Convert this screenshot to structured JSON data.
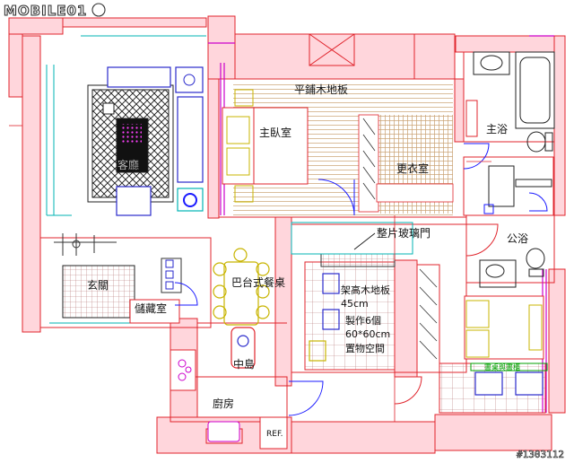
{
  "watermark": "MOBILE01",
  "image_id": "#1303112",
  "rooms": {
    "floor_type": "平鋪木地板",
    "master_bedroom": "主臥室",
    "closet": "更衣室",
    "master_bath": "主浴",
    "living_room": "客廳",
    "glass_door": "整片玻璃門",
    "public_bath": "公浴",
    "entry": "玄關",
    "storage": "儲藏室",
    "dining": "巴台式餐桌",
    "raised_floor_1": "架高木地板",
    "raised_floor_2": "45cm",
    "raised_floor_3": "製作6個",
    "raised_floor_4": "60*60cm",
    "raised_floor_5": "置物空間",
    "island": "中島",
    "kitchen": "廚房",
    "fridge": "REF.",
    "study_note": "書桌與書櫃"
  },
  "colors": {
    "wall": "#e0242c",
    "wall_fill": "#ffd6dc",
    "furniture": "#2a2acc",
    "fixture": "#00b3b3",
    "door": "#1a1aff",
    "hatch": "#b07070",
    "pink_block": "#ff40c8",
    "magenta": "#cc00cc",
    "yellow": "#c8b400",
    "green": "#00a000"
  }
}
